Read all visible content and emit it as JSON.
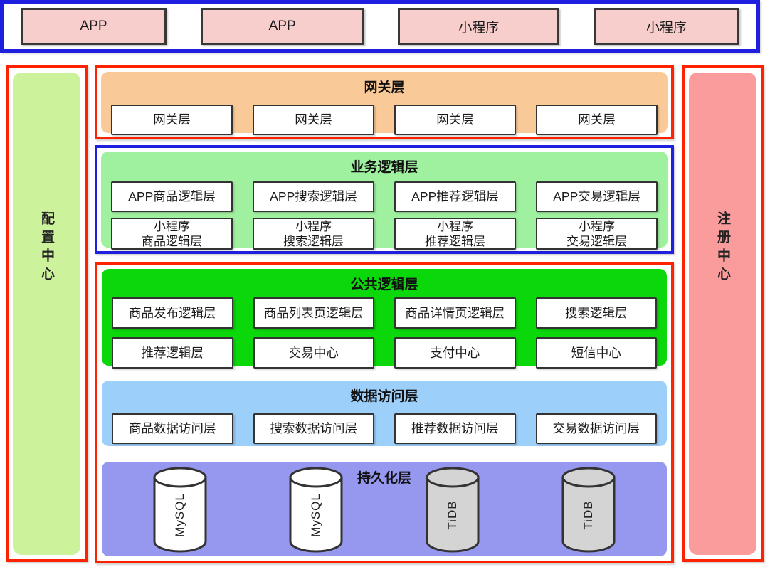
{
  "colors": {
    "frame_red": "#ff2200",
    "frame_blue": "#1f1fe0",
    "client_pink": "#f8cecc",
    "gateway_orange": "#fac998",
    "business_green": "#9ff09f",
    "common_green": "#0ad80a",
    "data_access_blue": "#9dcffb",
    "persistence_purple": "#9697ef",
    "config_green": "#cdf29c",
    "registry_pink": "#fb9c9c",
    "mysql_cylinder": "#ffffff",
    "tidb_cylinder": "#d4d4d4"
  },
  "top_row": {
    "items": [
      "APP",
      "APP",
      "小程序",
      "小程序"
    ]
  },
  "left_panel": {
    "label": "配置中心"
  },
  "right_panel": {
    "label": "注册中心"
  },
  "gateway": {
    "title": "网关层",
    "items": [
      "网关层",
      "网关层",
      "网关层",
      "网关层"
    ]
  },
  "business": {
    "title": "业务逻辑层",
    "row1": [
      "APP商品逻辑层",
      "APP搜索逻辑层",
      "APP推荐逻辑层",
      "APP交易逻辑层"
    ],
    "row2": [
      "小程序\n商品逻辑层",
      "小程序\n搜索逻辑层",
      "小程序\n推荐逻辑层",
      "小程序\n交易逻辑层"
    ]
  },
  "common": {
    "title": "公共逻辑层",
    "row1": [
      "商品发布逻辑层",
      "商品列表页逻辑层",
      "商品详情页逻辑层",
      "搜索逻辑层"
    ],
    "row2": [
      "推荐逻辑层",
      "交易中心",
      "支付中心",
      "短信中心"
    ]
  },
  "data_access": {
    "title": "数据访问层",
    "items": [
      "商品数据访问层",
      "搜索数据访问层",
      "推荐数据访问层",
      "交易数据访问层"
    ]
  },
  "persistence": {
    "title": "持久化层",
    "databases": [
      "MySQL",
      "MySQL",
      "TiDB",
      "TiDB"
    ]
  }
}
